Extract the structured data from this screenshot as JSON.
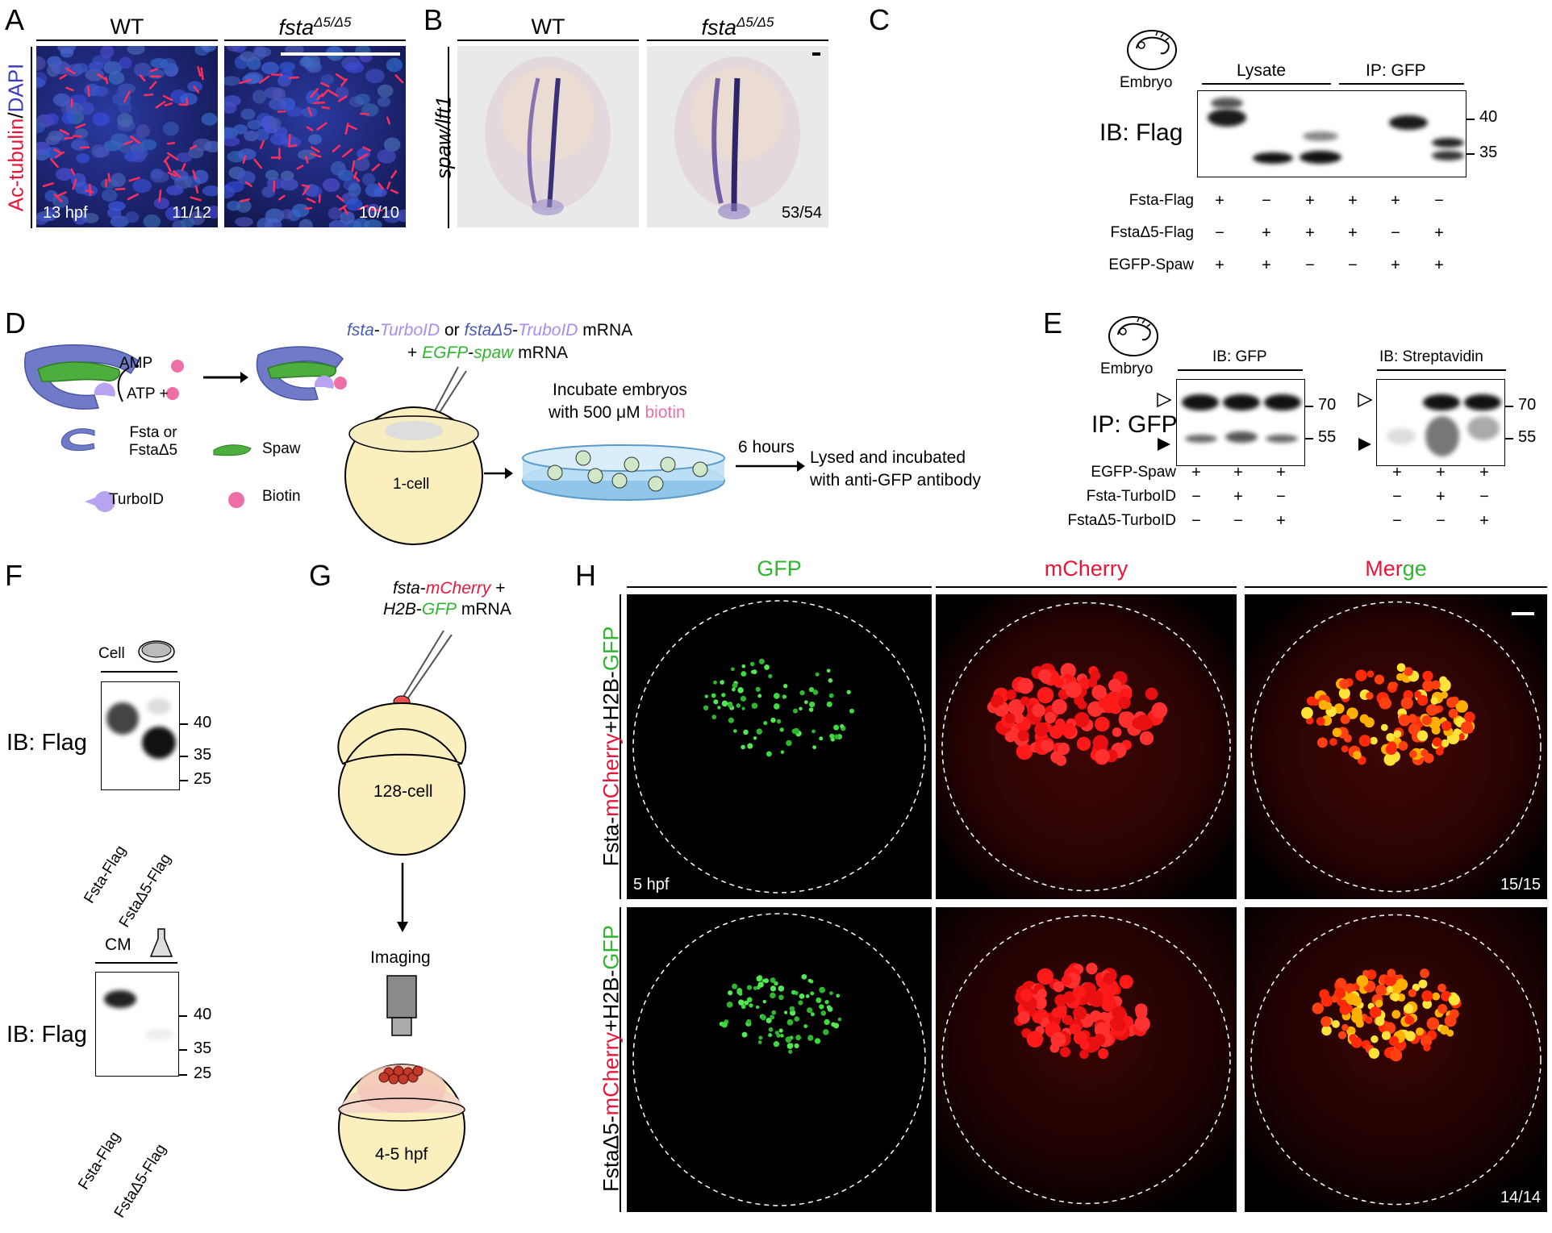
{
  "panels": {
    "A": {
      "letter": "A",
      "col1": "WT",
      "col2_base": "fsta",
      "col2_sup": "Δ5/Δ5",
      "ylabel_a": "Ac-tubulin",
      "ylabel_sep": "/",
      "ylabel_b": "DAPI",
      "stage": "13 hpf",
      "count1": "11/12",
      "count2": "10/10"
    },
    "B": {
      "letter": "B",
      "col1": "WT",
      "col2_base": "fsta",
      "col2_sup": "Δ5/Δ5",
      "ylabel": "spaw/lft1",
      "count": "53/54"
    },
    "C": {
      "letter": "C",
      "embryo": "Embryo",
      "lysate": "Lysate",
      "ip": "IP: GFP",
      "ib": "IB: Flag",
      "mw": [
        "40",
        "35"
      ],
      "rows": [
        {
          "label": "Fsta-Flag",
          "signs": [
            "+",
            "−",
            "+",
            "+",
            "+",
            "−"
          ]
        },
        {
          "label": "FstaΔ5-Flag",
          "signs": [
            "−",
            "+",
            "+",
            "+",
            "−",
            "+"
          ]
        },
        {
          "label": "EGFP-Spaw",
          "signs": [
            "+",
            "+",
            "−",
            "−",
            "+",
            "+"
          ]
        }
      ]
    },
    "D": {
      "letter": "D",
      "inj_1a": "fsta",
      "inj_1b": "-",
      "inj_1c": "TurboID",
      "inj_1d": " or ",
      "inj_1e": "fstaΔ5",
      "inj_1f": "-",
      "inj_1g": "TruboID",
      "inj_1h": " mRNA",
      "inj_2a": "+ ",
      "inj_2b": "EGFP",
      "inj_2c": "-",
      "inj_2d": "spaw",
      "inj_2e": " mRNA",
      "amp": "AMP",
      "atp": "ATP +",
      "leg_fsta": "Fsta or FstaΔ5",
      "leg_spaw": "Spaw",
      "leg_turbo": "TurboID",
      "leg_biotin": "Biotin",
      "cell": "1-cell",
      "incub_1": "Incubate embryos",
      "incub_2a": "with 500 μM ",
      "incub_2b": "biotin",
      "hours": "6 hours",
      "lysed_1": "Lysed and incubated",
      "lysed_2": "with anti-GFP antibody"
    },
    "E": {
      "letter": "E",
      "embryo": "Embryo",
      "ib_gfp": "IB: GFP",
      "ib_strep": "IB: Streptavidin",
      "ip": "IP: GFP",
      "mw": [
        "70",
        "55"
      ],
      "rows": [
        {
          "label": "EGFP-Spaw",
          "signs": [
            "+",
            "+",
            "+",
            "+",
            "+",
            "+"
          ]
        },
        {
          "label": "Fsta-TurboID",
          "signs": [
            "−",
            "+",
            "−",
            "−",
            "+",
            "−"
          ]
        },
        {
          "label": "FstaΔ5-TurboID",
          "signs": [
            "−",
            "−",
            "+",
            "−",
            "−",
            "+"
          ]
        }
      ]
    },
    "F": {
      "letter": "F",
      "cell": "Cell",
      "cm": "CM",
      "ib": "IB: Flag",
      "mw": [
        "40",
        "35",
        "25"
      ],
      "lanes": [
        "Fsta-Flag",
        "FstaΔ5-Flag"
      ]
    },
    "G": {
      "letter": "G",
      "inj_1a": "fsta",
      "inj_1b": "-",
      "inj_1c": "mCherry",
      "inj_1d": " +",
      "inj_2a": "H2B",
      "inj_2b": "-",
      "inj_2c": "GFP",
      "inj_2d": " mRNA",
      "cell": "128-cell",
      "imaging": "Imaging",
      "stage": "4-5 hpf"
    },
    "H": {
      "letter": "H",
      "gfp": "GFP",
      "mcherry": "mCherry",
      "merge_a": "Mer",
      "merge_b": "ge",
      "row1_a": "Fsta-",
      "row1_b": "mCherry",
      "row1_c": "+H2B-",
      "row1_d": "GFP",
      "row2_a": "FstaΔ5-",
      "row2_b": "mCherry",
      "row2_c": "+H2B-",
      "row2_d": "GFP",
      "stage": "5 hpf",
      "count1": "15/15",
      "count2": "14/14"
    }
  },
  "colors": {
    "red": "#e8173a",
    "blue": "#3b3dbf",
    "green": "#2fb52f",
    "purple": "#a68ff0",
    "pink": "#ee6ea8",
    "navy": "#4a5ab0"
  }
}
